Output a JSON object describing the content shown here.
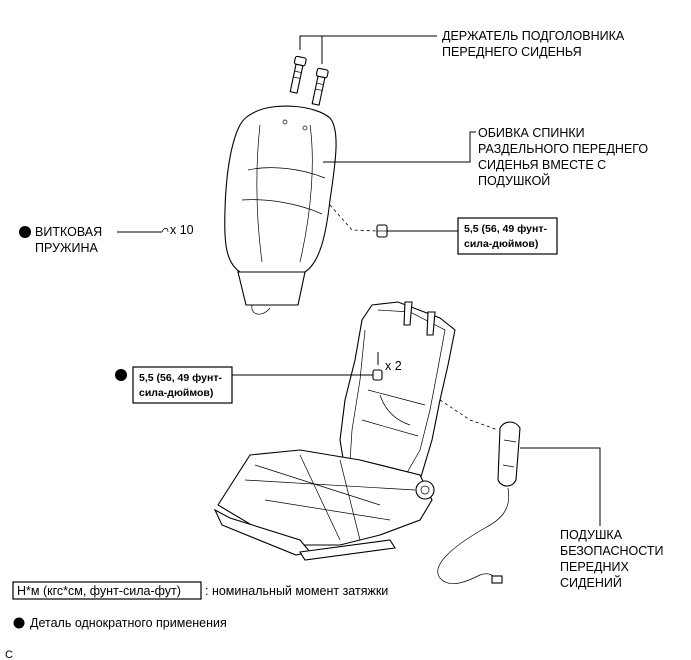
{
  "callouts": {
    "headrest_support": [
      "ДЕРЖАТЕЛЬ ПОДГОЛОВНИКА",
      "ПЕРЕДНЕГО СИДЕНЬЯ"
    ],
    "seatback_cover": [
      "ОБИВКА СПИНКИ",
      "РАЗДЕЛЬНОГО ПЕРЕДНЕГО",
      "СИДЕНЬЯ ВМЕСТЕ С",
      "ПОДУШКОЙ"
    ],
    "coil_spring": [
      "ВИТКОВАЯ",
      "ПРУЖИНА"
    ],
    "coil_spring_qty": "x 10",
    "airbag": [
      "ПОДУШКА",
      "БЕЗОПАСНОСТИ",
      "ПЕРЕДНИХ",
      "СИДЕНИЙ"
    ],
    "frame_nut_qty": "x 2"
  },
  "torque": {
    "upper": [
      "5,5 (56, 49 фунт-",
      "сила-дюймов)"
    ],
    "lower": [
      "5,5 (56, 49 фунт-",
      "сила-дюймов)"
    ]
  },
  "legend": {
    "torque_box": "Н*м (кгс*см, фунт-сила-фут)",
    "torque_desc": ": номинальный момент затяжки",
    "nonreusable_desc": "Деталь однократного применения"
  },
  "corner_code": "C"
}
